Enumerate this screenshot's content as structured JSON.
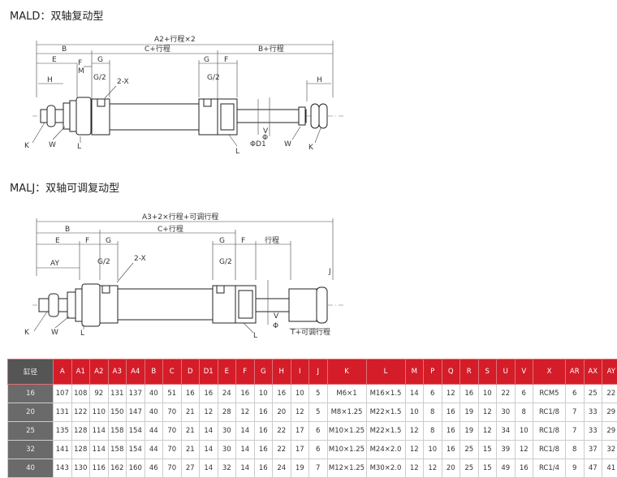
{
  "sections": [
    {
      "title": "MALD：双轴复动型"
    },
    {
      "title": "MALJ：双轴可调复动型"
    }
  ],
  "drawing1": {
    "dims": {
      "overall": "A2+行程×2",
      "b_left": "B",
      "c_stroke": "C+行程",
      "b_stroke": "B+行程",
      "e": "E",
      "m": "M",
      "g": "G",
      "g2": "G",
      "f": "F",
      "f_left": "F",
      "h": "H",
      "h_right": "H",
      "g_half": "G/2",
      "g_half_right": "G/2",
      "ports": "2-X",
      "k": "K",
      "w": "W",
      "l_left": "L",
      "l_right": "L",
      "w_right": "W",
      "k_right": "K",
      "d1": "ΦD1",
      "v": "V",
      "d": "Φ"
    }
  },
  "drawing2": {
    "dims": {
      "overall": "A3+2×行程+可调行程",
      "b": "B",
      "c_stroke": "C+行程",
      "e": "E",
      "f": "F",
      "g": "G",
      "g_right": "G",
      "f_right": "F",
      "stroke": "行程",
      "ay": "AY",
      "g_half": "G/2",
      "g_half_right": "G/2",
      "ports": "2-X",
      "j": "J",
      "k": "K",
      "w": "W",
      "l_left": "L",
      "l_right": "L",
      "v": "V",
      "d": "Φ",
      "t": "T+可调行程"
    }
  },
  "table": {
    "headers": [
      "缸径",
      "A",
      "A1",
      "A2",
      "A3",
      "A4",
      "B",
      "C",
      "D",
      "D1",
      "E",
      "F",
      "G",
      "H",
      "I",
      "J",
      "K",
      "L",
      "M",
      "P",
      "Q",
      "R",
      "S",
      "U",
      "V",
      "X",
      "AR",
      "AX",
      "AY"
    ],
    "rows": [
      [
        "16",
        "107",
        "108",
        "92",
        "131",
        "137",
        "40",
        "51",
        "16",
        "16",
        "24",
        "16",
        "10",
        "16",
        "10",
        "5",
        "M6×1",
        "M16×1.5",
        "14",
        "6",
        "12",
        "16",
        "10",
        "22",
        "6",
        "RCM5",
        "6",
        "25",
        "22"
      ],
      [
        "20",
        "131",
        "122",
        "110",
        "150",
        "147",
        "40",
        "70",
        "21",
        "12",
        "28",
        "12",
        "16",
        "20",
        "12",
        "5",
        "M8×1.25",
        "M22×1.5",
        "10",
        "8",
        "16",
        "19",
        "12",
        "30",
        "8",
        "RC1/8",
        "7",
        "33",
        "29"
      ],
      [
        "25",
        "135",
        "128",
        "114",
        "158",
        "154",
        "44",
        "70",
        "21",
        "14",
        "30",
        "14",
        "16",
        "22",
        "17",
        "6",
        "M10×1.25",
        "M22×1.5",
        "12",
        "8",
        "16",
        "19",
        "12",
        "34",
        "10",
        "RC1/8",
        "7",
        "33",
        "29"
      ],
      [
        "32",
        "141",
        "128",
        "114",
        "158",
        "154",
        "44",
        "70",
        "21",
        "14",
        "30",
        "14",
        "16",
        "22",
        "17",
        "6",
        "M10×1.25",
        "M24×2.0",
        "12",
        "10",
        "16",
        "25",
        "15",
        "39",
        "12",
        "RC1/8",
        "8",
        "37",
        "32"
      ],
      [
        "40",
        "143",
        "130",
        "116",
        "162",
        "160",
        "46",
        "70",
        "27",
        "14",
        "32",
        "14",
        "16",
        "24",
        "19",
        "7",
        "M12×1.25",
        "M30×2.0",
        "12",
        "12",
        "20",
        "25",
        "15",
        "49",
        "16",
        "RC1/4",
        "9",
        "47",
        "41"
      ]
    ]
  }
}
